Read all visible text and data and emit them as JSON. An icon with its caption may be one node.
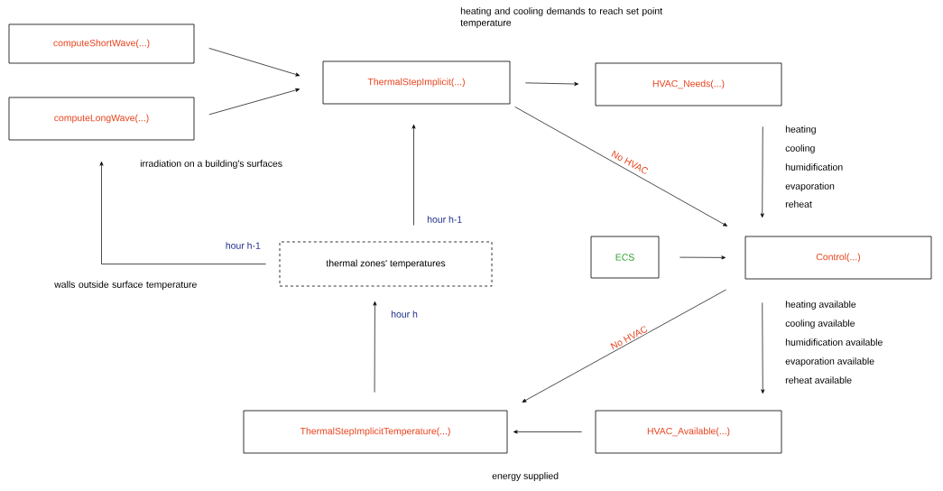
{
  "diagram": {
    "nodes": [
      {
        "text": [
          "computeShortWave(...)"
        ]
      },
      {
        "text": [
          "computeLongWave(...)"
        ]
      },
      {
        "text": [
          "ThermalStepImplicit(...)"
        ]
      },
      {
        "text": [
          "HVAC_Needs(...)"
        ]
      },
      {
        "text": [
          "ECS"
        ]
      },
      {
        "text": [
          "Control(...)"
        ]
      },
      {
        "text": [
          "thermal zones' temperatures"
        ]
      },
      {
        "text": [
          "ThermalStepImplicitTemperature(...)"
        ]
      },
      {
        "text": [
          "HVAC_Available(...)"
        ]
      }
    ],
    "edges": [
      {
        "from": 0,
        "to": 2,
        "arrow": "to"
      },
      {
        "from": 1,
        "to": 2,
        "arrow": "to"
      },
      {
        "from": 2,
        "to": 3,
        "arrow": "to"
      },
      {
        "from": 3,
        "to": 5,
        "arrow": "to"
      },
      {
        "from": 2,
        "to": 5,
        "arrow": "to",
        "label": "No HVAC"
      },
      {
        "from": 4,
        "to": 5,
        "arrow": "to"
      },
      {
        "from": 5,
        "to": 7,
        "arrow": "to",
        "label": "No HVAC"
      },
      {
        "from": 5,
        "to": 8,
        "arrow": "to"
      },
      {
        "from": 8,
        "to": 7,
        "arrow": "to"
      },
      {
        "from": 7,
        "to": 6,
        "arrow": "to",
        "label": "hour h"
      },
      {
        "from": 6,
        "to": 2,
        "arrow": "to",
        "label": "hour h-1"
      },
      {
        "from": 6,
        "to": 1,
        "arrow": "to",
        "label": "hour h-1"
      }
    ],
    "labels": [
      "heating and cooling demands to reach set point temperature",
      "irradiation on a building's surfaces",
      "walls outside surface temperature",
      "heating",
      "cooling",
      "humidification",
      "evaporation",
      "reheat",
      "heating available",
      "cooling available",
      "humidification available",
      "evaporation available",
      "reheat available",
      "energy supplied"
    ]
  }
}
